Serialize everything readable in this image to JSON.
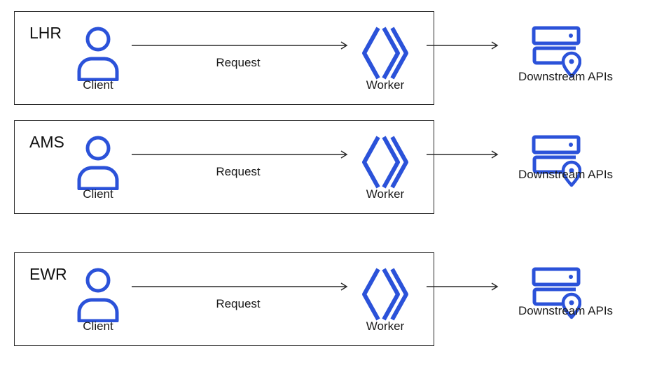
{
  "regions": [
    {
      "code": "LHR",
      "client": "Client",
      "request": "Request",
      "worker": "Worker",
      "downstream": "Downstream APIs"
    },
    {
      "code": "AMS",
      "client": "Client",
      "request": "Request",
      "worker": "Worker",
      "downstream": "Downstream APIs"
    },
    {
      "code": "EWR",
      "client": "Client",
      "request": "Request",
      "worker": "Worker",
      "downstream": "Downstream APIs"
    }
  ],
  "colors": {
    "accent": "#2b52d9",
    "line": "#2a2a2a"
  },
  "icons": {
    "client": "user-icon",
    "worker": "worker-chevrons-icon",
    "downstream": "server-location-icon"
  }
}
